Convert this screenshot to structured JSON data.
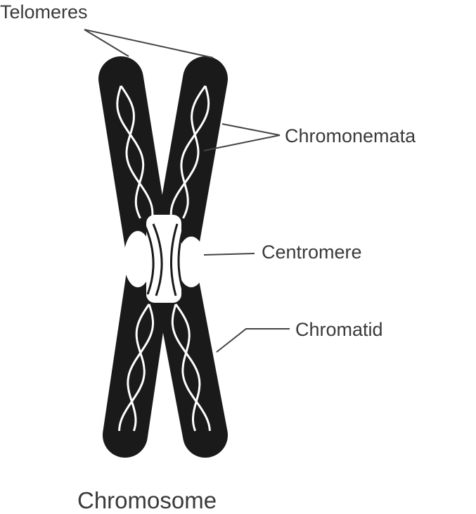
{
  "labels": {
    "telomeres": "Telomeres",
    "chromonemata": "Chromonemata",
    "centromere": "Centromere",
    "chromatid": "Chromatid"
  },
  "caption": "Chromosome",
  "colors": {
    "chromatid": "#1a1a1a",
    "strand": "#ffffff",
    "text": "#3a3a3a",
    "leader": "#444444"
  }
}
